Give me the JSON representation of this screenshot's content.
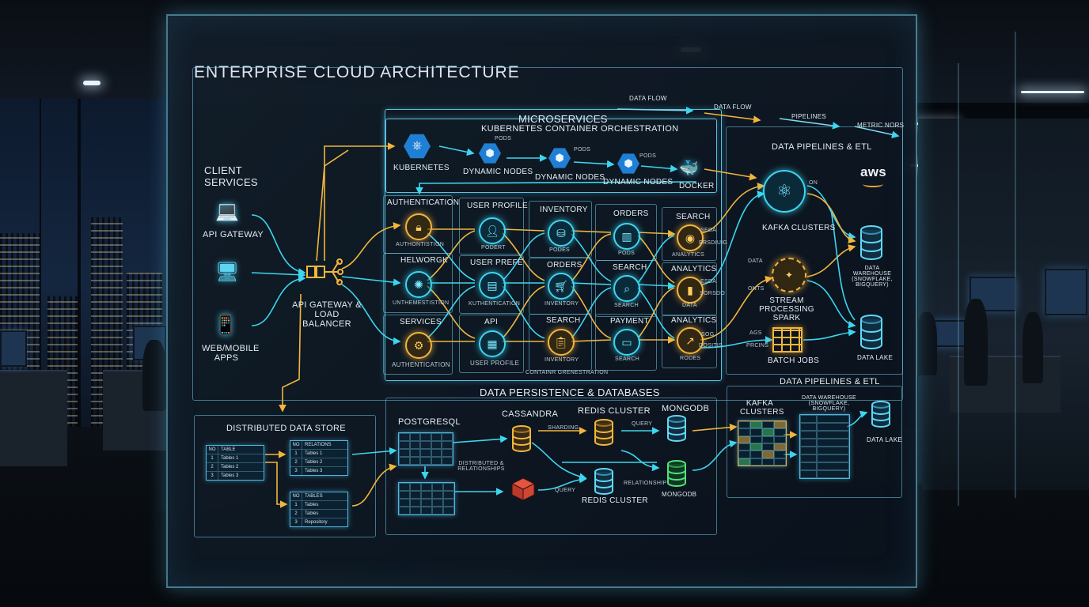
{
  "title": "ENTERPRISE CLOUD ARCHITECTURE",
  "legend": [
    "DATA FLOW",
    "DATA FLOW",
    "PIPELINES",
    "METRIC NORS"
  ],
  "client": {
    "heading": "CLIENT SERVICES",
    "api_gateway": "API GATEWAY",
    "web_mobile": "WEB/MOBILE APPS",
    "lb": "API GATEWAY & LOAD BALANCER"
  },
  "micro": {
    "heading": "MICROSERVICES",
    "k8s_heading": "KUBERNETES CONTAINER ORCHESTRATION",
    "kubernetes": "KUBERNETES",
    "pods": [
      "PODS",
      "PODS",
      "PODS"
    ],
    "dyn": [
      "DYNAMIC NODES",
      "DYNAMIC NODES",
      "DYNAMIC NODES"
    ],
    "docker": "DOCKER",
    "footer": "CONTAINR GRENESTRATION",
    "cols": [
      {
        "heads": [
          "AUTHENTICATION",
          "HELWORGK",
          "SERVICES"
        ],
        "subs": [
          "AUTHONTISTION",
          "UNTHEMESTISTION",
          "AUTHENTICATION"
        ]
      },
      {
        "heads": [
          "USER PROFILE",
          "USER PREFE",
          "API"
        ],
        "subs": [
          "PODERT",
          "KUTHENTICATION",
          "USER PROFILE"
        ]
      },
      {
        "heads": [
          "INVENTORY",
          "ORDERS",
          "SEARCH"
        ],
        "subs": [
          "PODES",
          "INVENTORY",
          "INVENTORY"
        ]
      },
      {
        "heads": [
          "ORDERS",
          "SEARCH",
          "PAYMENT"
        ],
        "subs": [
          "PODS",
          "SEARCH",
          "SEARCH"
        ]
      },
      {
        "heads": [
          "SEARCH",
          "ANALYTICS",
          "ANALYTICS"
        ],
        "subs": [
          "ANALYTICS",
          "DATA",
          "RODES"
        ]
      }
    ],
    "side_tags": [
      "SEDA",
      "ERSDIUIG",
      "ESDA",
      "SORSDO",
      "SOG",
      "DOSITIS"
    ]
  },
  "etl": {
    "heading": "DATA PIPELINES & ETL",
    "kafka": "KAFKA CLUSTERS",
    "stream": "STREAM PROCESSING SPARK",
    "batch": "BATCH JOBS",
    "warehouse": "DATA WAREHOUSE (SNOWFLAKE, BIGQUERY)",
    "lake": "DATA LAKE",
    "aws": "aws",
    "tags": [
      "ON",
      "DATA",
      "ONTS",
      "AGS",
      "PRCINS"
    ]
  },
  "persist": {
    "heading": "DATA PERSISTENCE & DATABASES",
    "postgres": "POSTGRESQL",
    "cassandra": "CASSANDRA",
    "redis_top": "REDIS CLUSTER",
    "mongo_top": "MONGODB",
    "relations": "DISTRIBUTED & RELATIONSHIPS",
    "query": "QUERY",
    "query2": "QUERY",
    "sharding": "SHARDING",
    "redis_bottom": "REDIS CLUSTER",
    "relationship": "RELATIONSHIP",
    "mongo_bottom": "MONGODB"
  },
  "store": {
    "heading": "DISTRIBUTED DATA STORE",
    "table1": {
      "head": [
        "NO",
        "TABLE"
      ],
      "rows": [
        [
          "1",
          "Tables 1"
        ],
        [
          "2",
          "Tables 2"
        ],
        [
          "3",
          "Tables 3"
        ]
      ]
    },
    "table2": {
      "head": [
        "NO",
        "RELATIONS"
      ],
      "rows": [
        [
          "1",
          "Tables 1"
        ],
        [
          "2",
          "Tables 2"
        ],
        [
          "3",
          "Tables 3"
        ]
      ]
    },
    "table3": {
      "head": [
        "NO",
        "TABLES"
      ],
      "rows": [
        [
          "1",
          "Tables"
        ],
        [
          "2",
          "Tables"
        ],
        [
          "3",
          "Repository"
        ]
      ]
    }
  },
  "etl2": {
    "heading": "DATA PIPELINES & ETL",
    "kafka": "KAFKA CLUSTERS",
    "warehouse": "DATA WAREHOUSE (SNOWFLAKE, BIGQUERY)",
    "lake": "DATA LAKE"
  },
  "colors": {
    "cyan": "#3cd6f0",
    "orange": "#f2b63c",
    "blue": "#1f7fd4"
  }
}
